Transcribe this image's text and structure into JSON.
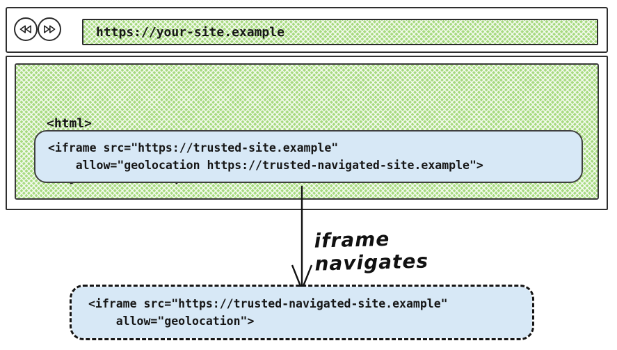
{
  "browser": {
    "url": "https://your-site.example",
    "back_icon": "rewind-icon",
    "forward_icon": "fast-forward-icon"
  },
  "page": {
    "code_line1": "<html>",
    "code_line2": "// your-site.example code",
    "iframe_code": {
      "line1": "<iframe src=\"https://trusted-site.example\"",
      "line2": "    allow=\"geolocation https://trusted-navigated-site.example\">"
    }
  },
  "annotation": {
    "arrow_label": "iframe navigates"
  },
  "navigated_iframe_code": {
    "line1": "<iframe src=\"https://trusted-navigated-site.example\"",
    "line2": "    allow=\"geolocation\">"
  },
  "colors": {
    "green_fill": "#a7da80",
    "blue_fill": "#d7e8f6",
    "border": "#2f2f2f"
  }
}
